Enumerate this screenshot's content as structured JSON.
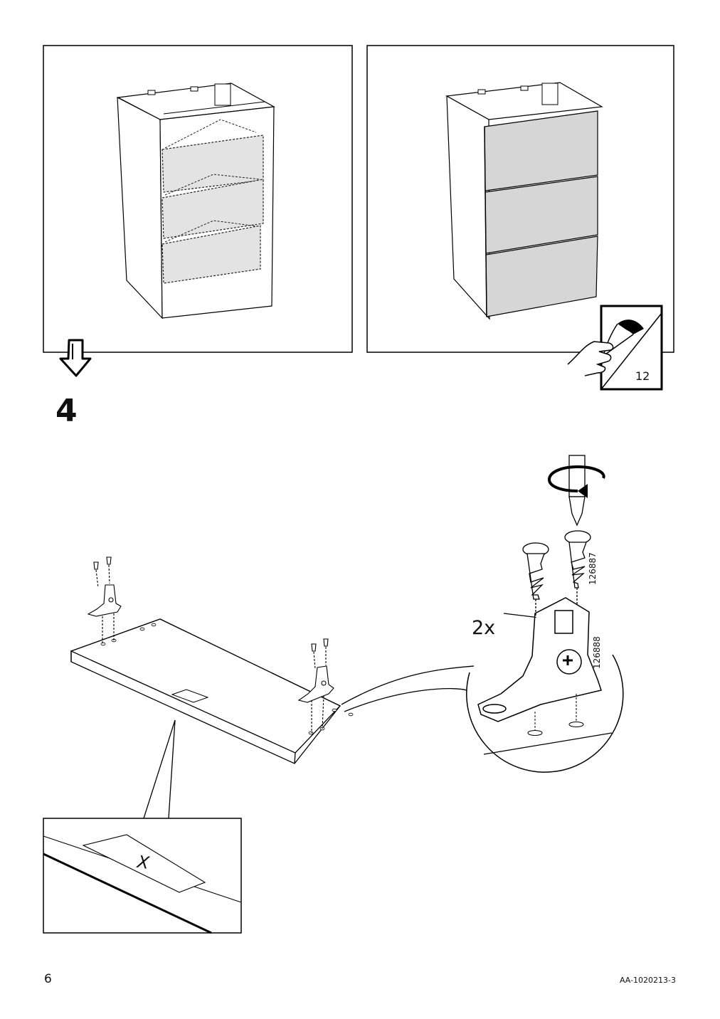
{
  "step": {
    "number": "4",
    "quantity": "2x"
  },
  "parts": {
    "bracket_screw": "126887",
    "bracket": "126888"
  },
  "reference": {
    "page": "12"
  },
  "detail": {
    "marking": "X"
  },
  "footer": {
    "page_number": "6",
    "document_code": "AA-1020213-3"
  },
  "icons": [
    "arrow-down-icon",
    "page-turn-icon",
    "rotate-clockwise-icon",
    "screwdriver-icon"
  ]
}
